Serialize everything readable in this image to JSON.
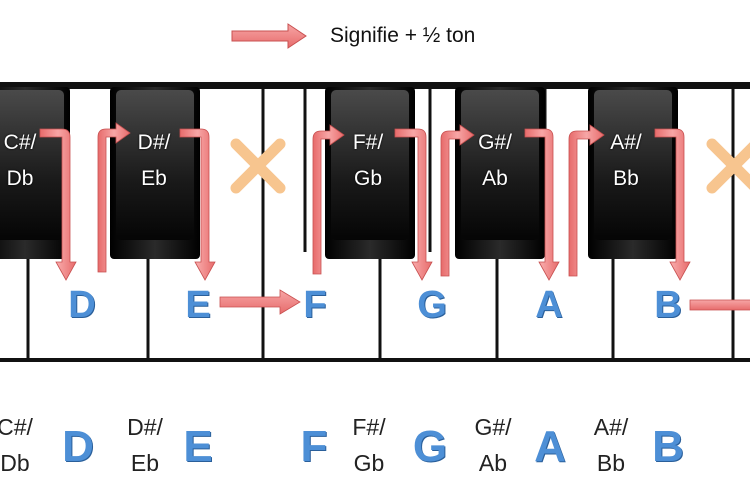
{
  "legend": {
    "text": "Signifie + ½ ton",
    "arrow_color": "#f08080"
  },
  "black_keys": [
    {
      "id": "cs",
      "top": "C#/",
      "bottom": "Db"
    },
    {
      "id": "ds",
      "top": "D#/",
      "bottom": "Eb"
    },
    {
      "id": "fs",
      "top": "F#/",
      "bottom": "Gb"
    },
    {
      "id": "gs",
      "top": "G#/",
      "bottom": "Ab"
    },
    {
      "id": "as",
      "top": "A#/",
      "bottom": "Bb"
    }
  ],
  "white_keys": [
    {
      "id": "d",
      "label": "D"
    },
    {
      "id": "e",
      "label": "E"
    },
    {
      "id": "f",
      "label": "F"
    },
    {
      "id": "g",
      "label": "G"
    },
    {
      "id": "a",
      "label": "A"
    },
    {
      "id": "b",
      "label": "B"
    }
  ],
  "bottom_sequence": [
    {
      "type": "sharp",
      "top": "C#/",
      "bottom": "Db"
    },
    {
      "type": "natural",
      "label": "D"
    },
    {
      "type": "sharp",
      "top": "D#/",
      "bottom": "Eb"
    },
    {
      "type": "natural",
      "label": "E"
    },
    {
      "type": "natural",
      "label": "F"
    },
    {
      "type": "sharp",
      "top": "F#/",
      "bottom": "Gb"
    },
    {
      "type": "natural",
      "label": "G"
    },
    {
      "type": "sharp",
      "top": "G#/",
      "bottom": "Ab"
    },
    {
      "type": "natural",
      "label": "A"
    },
    {
      "type": "sharp",
      "top": "A#/",
      "bottom": "Bb"
    },
    {
      "type": "natural",
      "label": "B"
    }
  ],
  "colors": {
    "accent": "#4d8fd6",
    "arrow": "#f08080",
    "cross": "#f7c58f",
    "black_key": "#111111"
  },
  "icons": {
    "half_step_arrow": "arrow-right-icon",
    "no_black_key": "cross-icon"
  }
}
